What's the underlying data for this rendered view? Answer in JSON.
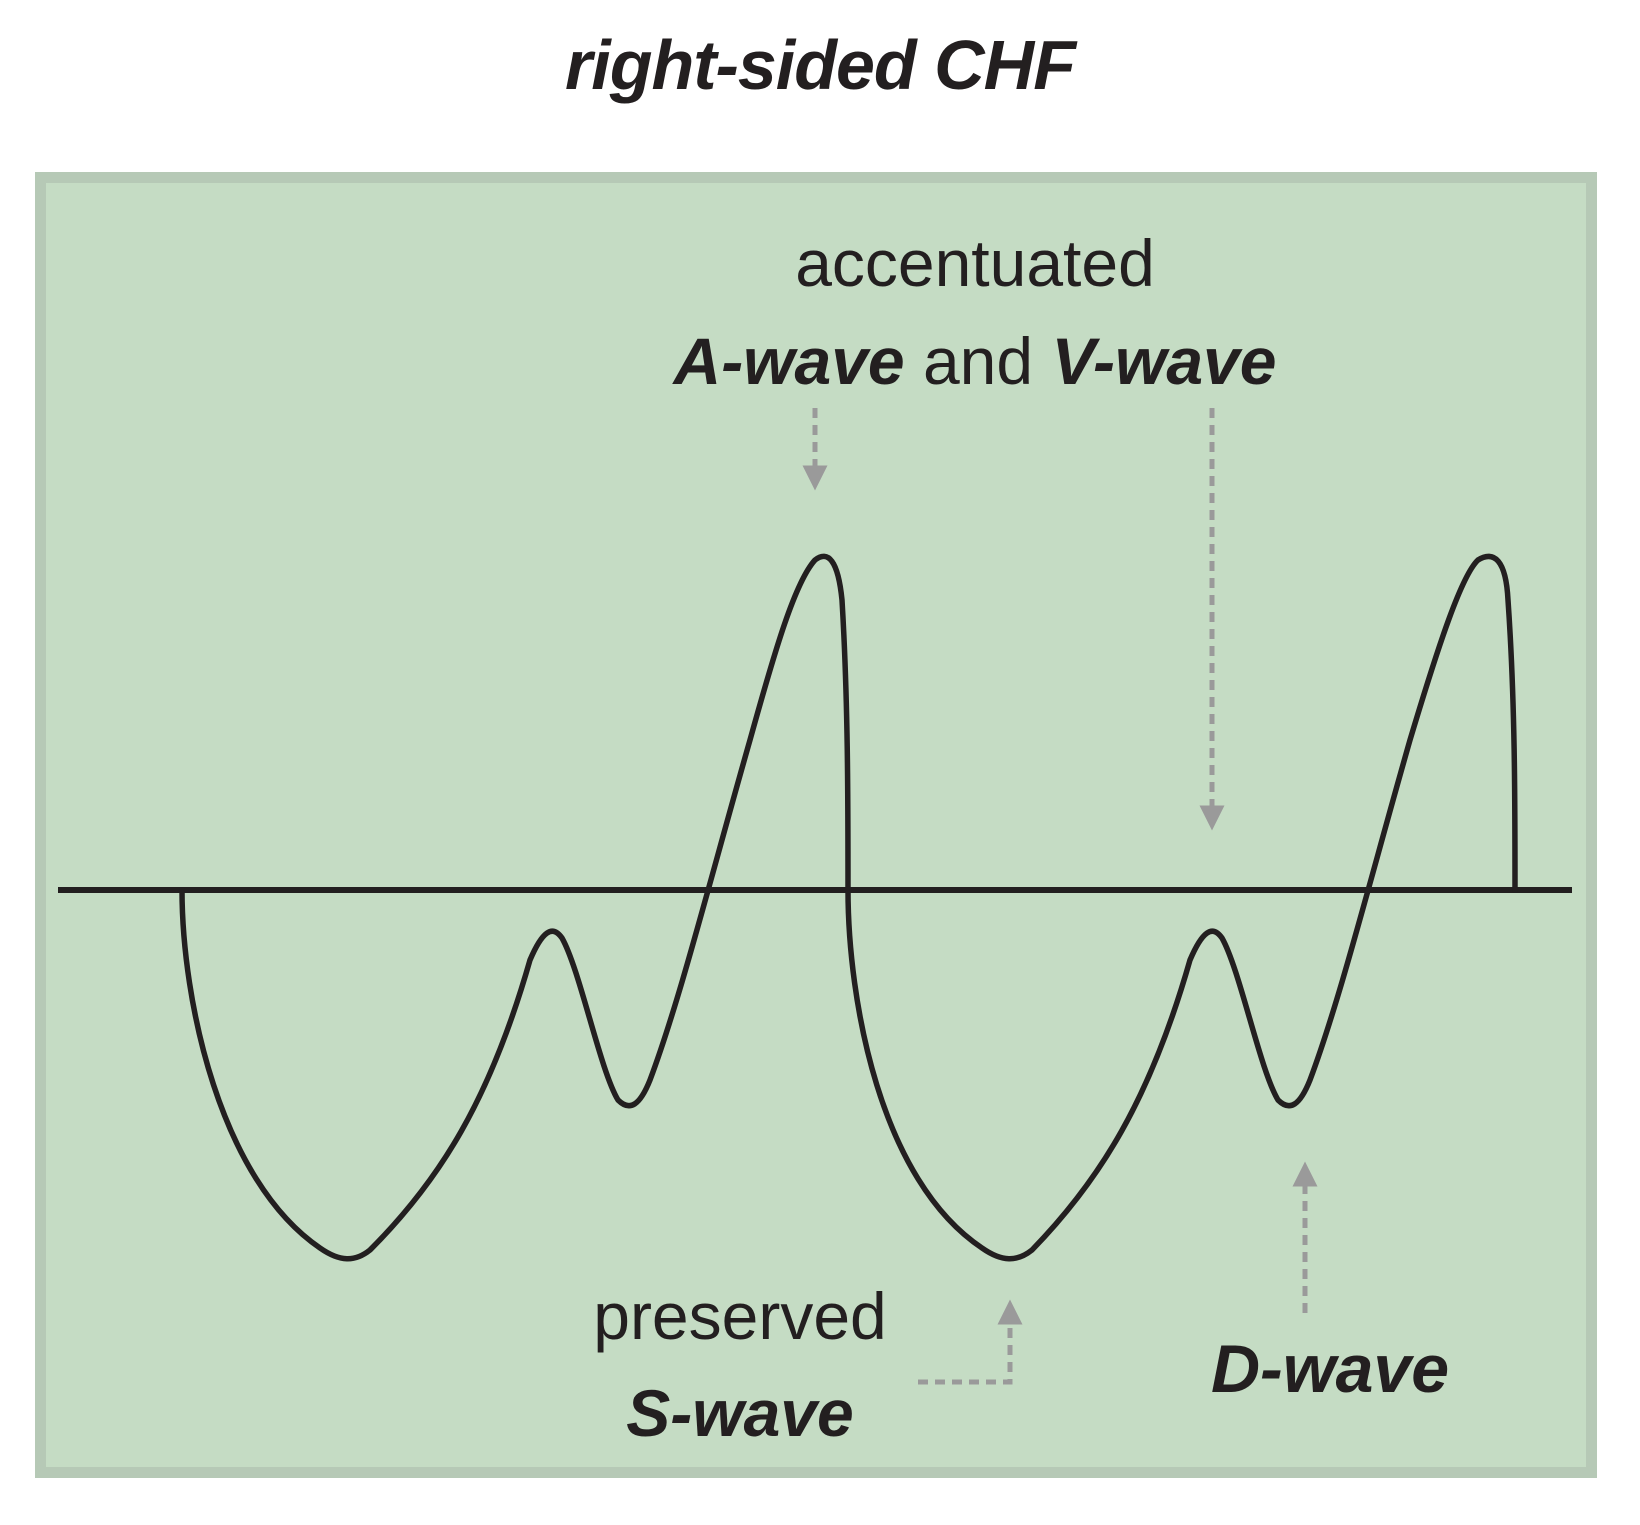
{
  "title": "right-sided CHF",
  "colors": {
    "panel_fill": "#c5dcc4",
    "panel_border": "#b6c9b6",
    "trace": "#231f20",
    "arrow": "#9a9a9a",
    "text": "#231f20"
  },
  "labels": {
    "accentuated": "accentuated",
    "a_wave": "A-wave",
    "and": " and ",
    "v_wave": "V-wave",
    "preserved": "preserved",
    "s_wave": "S-wave",
    "d_wave": "D-wave"
  }
}
